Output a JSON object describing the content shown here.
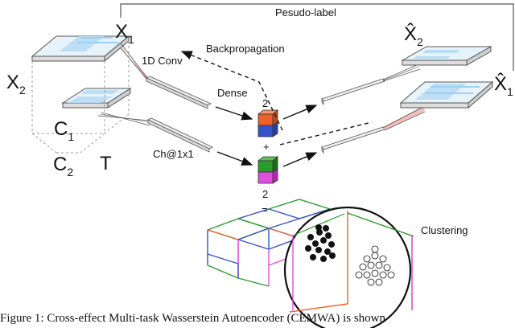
{
  "labels": {
    "x1": "X",
    "x1_sub": "1",
    "x2": "X",
    "x2_sub": "2",
    "c1": "C",
    "c1_sub": "1",
    "c2": "C",
    "c2_sub": "2",
    "t": "T",
    "x2_hat": "X̂",
    "x2_hat_sub": "2",
    "x1_hat": "X̂",
    "x1_hat_sub": "1",
    "pseudo_label": "Pesudo-label",
    "backprop": "Backpropagation",
    "conv1d": "1D Conv",
    "dense": "Dense",
    "ch": "Ch@1x1",
    "num_top": "2",
    "plus": "+",
    "num_bottom": "2",
    "equals": "=",
    "clustering": "Clustering"
  },
  "caption": "Figure 1:    Cross-effect Multi-task Wasserstein Autoencoder (CEMWA)  is shown"
}
